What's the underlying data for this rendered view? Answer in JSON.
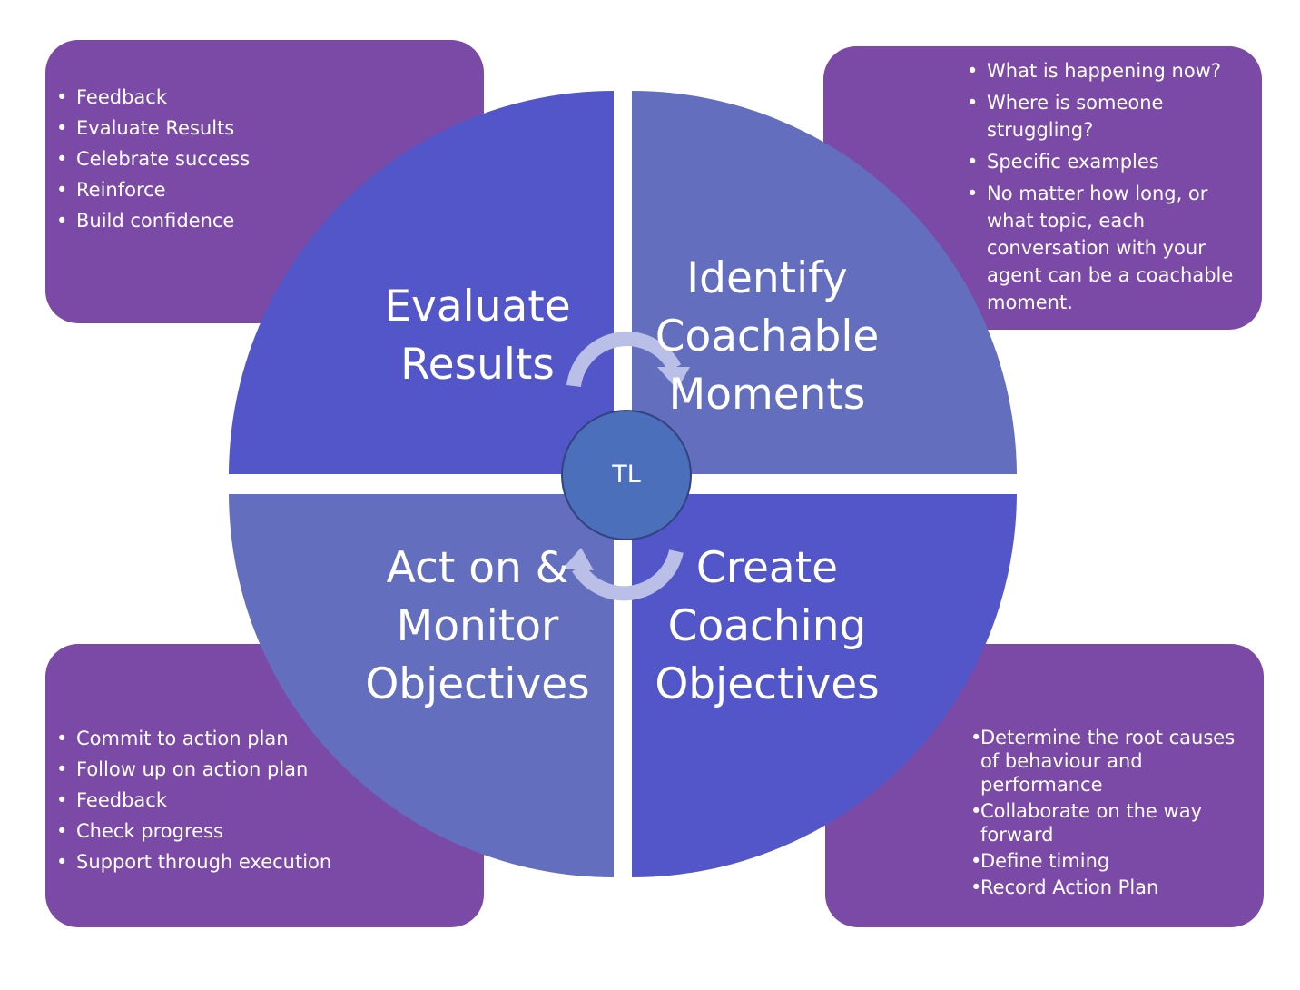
{
  "colors": {
    "box": "#7b4aa6",
    "quadrant_dark": "#5356c8",
    "quadrant_light": "#646ebf",
    "center": "#4b6fba",
    "center_border": "#30437d",
    "arrow": "#b9bfe6"
  },
  "boxes": {
    "top_left": {
      "items": [
        "Feedback",
        "Evaluate Results",
        "Celebrate success",
        "Reinforce",
        "Build confidence"
      ]
    },
    "top_right": {
      "items": [
        "What is happening now?",
        "Where is someone struggling?",
        "Specific examples",
        "No matter how long, or what topic, each conversation with your agent can be a coachable moment."
      ]
    },
    "bottom_left": {
      "items": [
        "Commit to action plan",
        "Follow up on action plan",
        "Feedback",
        "Check progress",
        "Support through execution"
      ]
    },
    "bottom_right": {
      "items": [
        "Determine the root causes of behaviour and performance",
        "Collaborate on the way forward",
        "Define timing",
        "Record Action Plan"
      ]
    }
  },
  "quadrants": {
    "top_left": {
      "lines": [
        "Evaluate",
        "Results"
      ]
    },
    "top_right": {
      "lines": [
        "Identify",
        "Coachable",
        "Moments"
      ]
    },
    "bottom_left": {
      "lines": [
        "Act on &",
        "Monitor",
        "Objectives"
      ]
    },
    "bottom_right": {
      "lines": [
        "Create",
        "Coaching",
        "Objectives"
      ]
    }
  },
  "center": {
    "label": "TL"
  },
  "icons": {
    "arrows": [
      "cycle-arrow-icon",
      "cycle-arrow-icon"
    ]
  }
}
